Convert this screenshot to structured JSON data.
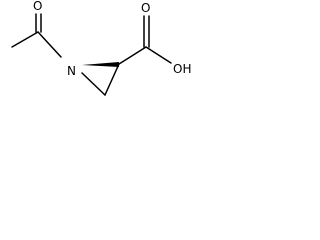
{
  "molecule": {
    "atoms": {
      "nitrogen": "N",
      "carbonyl_oxygen_acetyl": "O",
      "carbonyl_oxygen_acid": "O",
      "hydroxyl": "OH"
    }
  }
}
